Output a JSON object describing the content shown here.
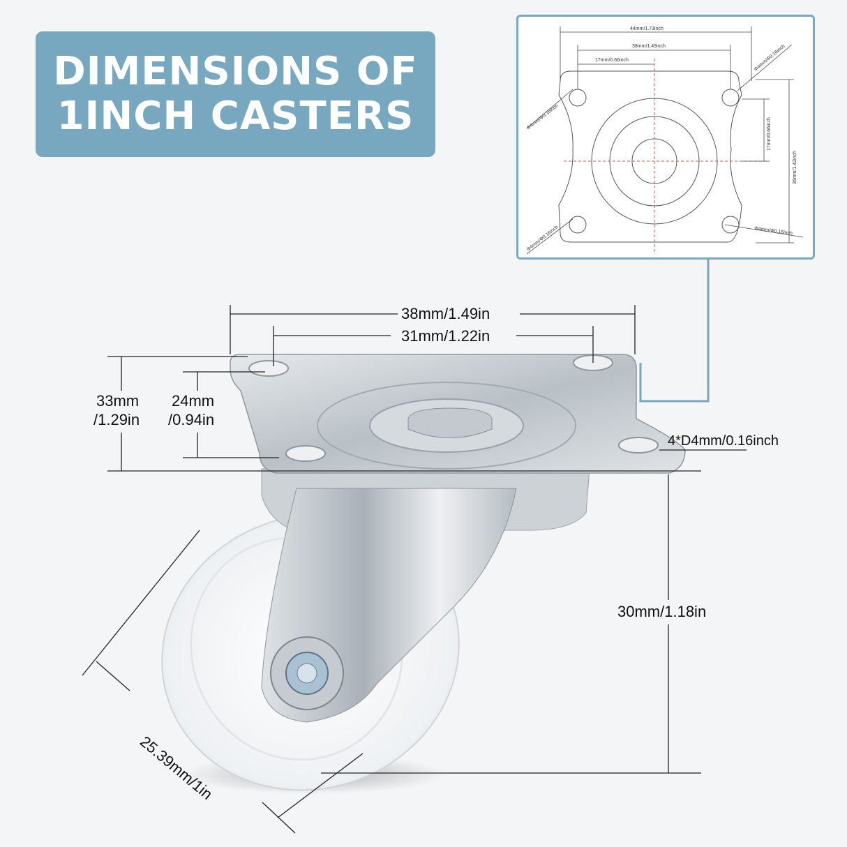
{
  "title": {
    "line1": "DIMENSIONS OF",
    "line2": "1INCH CASTERS"
  },
  "colors": {
    "accent": "#77a8bf",
    "background": "#f4f5f6",
    "wheel": "#f2f4f5",
    "metal": "#c9ced3"
  },
  "side_view": {
    "top_width": "38mm/1.49in",
    "hole_spacing": "31mm/1.22in",
    "plate_height_left_a": "33mm",
    "plate_height_left_b": "/1.29in",
    "plate_height_inner_a": "24mm",
    "plate_height_inner_b": "/0.94in",
    "holes": "4*D4mm/0.16inch",
    "overall_height": "30mm/1.18in",
    "wheel_diameter": "25.39mm/1in"
  },
  "plate_drawing": {
    "width_outer": "44mm/1.73inch",
    "width_holes": "38mm/1.49inch",
    "half_width": "17mm/0.66inch",
    "height_total": "36mm/1.42inch",
    "height_half": "17mm/0.66inch",
    "hole_tl": "Φ4mm/Φ0.16inch",
    "hole_tr": "Φ4mm/Φ0.16inch",
    "hole_bl": "Φ4mm/Φ0.16inch",
    "hole_br": "Φ4mm/Φ0.16inch"
  }
}
